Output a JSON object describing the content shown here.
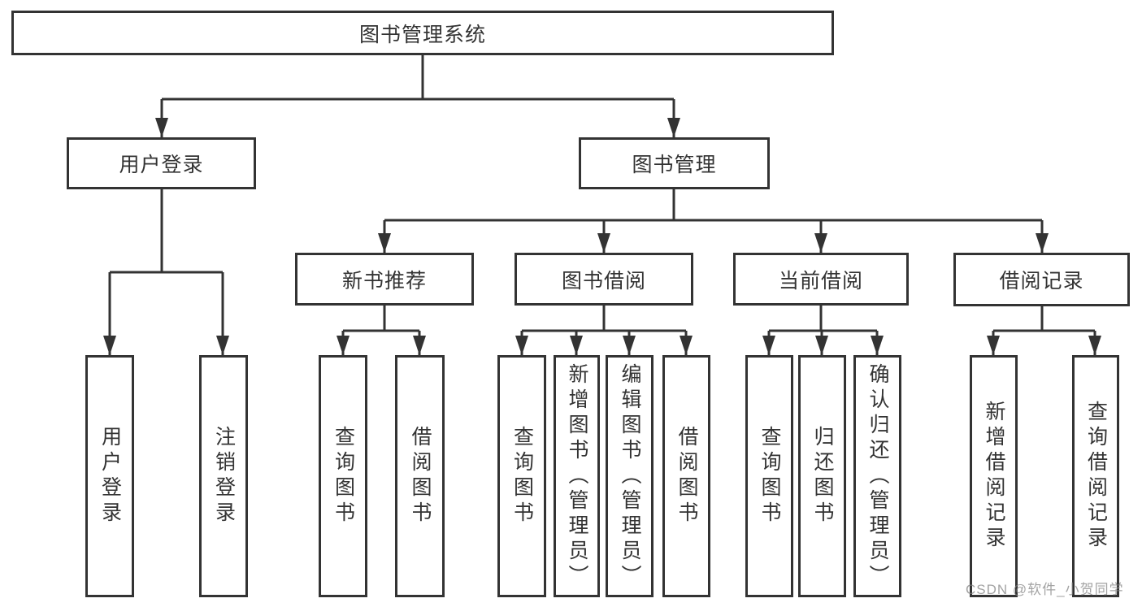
{
  "diagram_title": "图书管理系统",
  "nodes": {
    "root": "图书管理系统",
    "user_login": "用户登录",
    "book_mgmt": "图书管理",
    "new_book_rec": "新书推荐",
    "book_borrow": "图书借阅",
    "current_borrow": "当前借阅",
    "borrow_records": "借阅记录",
    "leaf_user_login": "用户登录",
    "leaf_logout": "注销登录",
    "leaf_rec_query": "查询图书",
    "leaf_rec_borrow": "借阅图书",
    "leaf_bb_query": "查询图书",
    "leaf_bb_add": "新增图书（管理员）",
    "leaf_bb_edit": "编辑图书（管理员）",
    "leaf_bb_borrow": "借阅图书",
    "leaf_cb_query": "查询图书",
    "leaf_cb_return": "归还图书",
    "leaf_cb_confirm": "确认归还（管理员）",
    "leaf_br_add": "新增借阅记录",
    "leaf_br_query": "查询借阅记录"
  },
  "watermark": "CSDN @软件_小贺同学",
  "colors": {
    "line": "#333333",
    "text": "#333333",
    "background": "#ffffff",
    "watermark": "#808080"
  }
}
